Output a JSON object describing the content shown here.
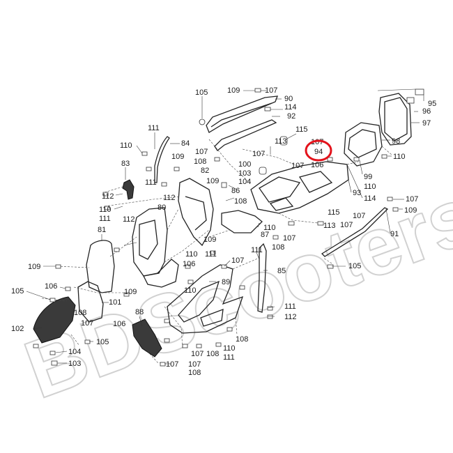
{
  "watermark": "BDScooters",
  "highlight": {
    "label": "94",
    "color": "#e3121b"
  },
  "colors": {
    "line": "#222222",
    "watermark": "#9a9a9a"
  },
  "callouts": [
    {
      "id": "c105a",
      "text": "105"
    },
    {
      "id": "c109a",
      "text": "109"
    },
    {
      "id": "c107a",
      "text": "107"
    },
    {
      "id": "c90",
      "text": "90"
    },
    {
      "id": "c114a",
      "text": "114"
    },
    {
      "id": "c92",
      "text": "92"
    },
    {
      "id": "c115a",
      "text": "115"
    },
    {
      "id": "c113a",
      "text": "113"
    },
    {
      "id": "c107b",
      "text": "107"
    },
    {
      "id": "c107c",
      "text": "107"
    },
    {
      "id": "c94",
      "text": "94"
    },
    {
      "id": "c106a",
      "text": "106"
    },
    {
      "id": "c95",
      "text": "95"
    },
    {
      "id": "c96",
      "text": "96"
    },
    {
      "id": "c97",
      "text": "97"
    },
    {
      "id": "c98",
      "text": "98"
    },
    {
      "id": "c110a",
      "text": "110"
    },
    {
      "id": "c99",
      "text": "99"
    },
    {
      "id": "c110b",
      "text": "110"
    },
    {
      "id": "c114b",
      "text": "114"
    },
    {
      "id": "c93",
      "text": "93"
    },
    {
      "id": "c107d",
      "text": "107"
    },
    {
      "id": "c109b",
      "text": "109"
    },
    {
      "id": "c91",
      "text": "91"
    },
    {
      "id": "c111a",
      "text": "111"
    },
    {
      "id": "c84",
      "text": "84"
    },
    {
      "id": "c110c",
      "text": "110"
    },
    {
      "id": "c109c",
      "text": "109"
    },
    {
      "id": "c107e",
      "text": "107"
    },
    {
      "id": "c108a",
      "text": "108"
    },
    {
      "id": "c82",
      "text": "82"
    },
    {
      "id": "c100",
      "text": "100"
    },
    {
      "id": "c103a",
      "text": "103"
    },
    {
      "id": "c104a",
      "text": "104"
    },
    {
      "id": "c107f",
      "text": "107"
    },
    {
      "id": "c83",
      "text": "83"
    },
    {
      "id": "c111b",
      "text": "111"
    },
    {
      "id": "c109d",
      "text": "109"
    },
    {
      "id": "c86",
      "text": "86"
    },
    {
      "id": "c108b",
      "text": "108"
    },
    {
      "id": "c112a",
      "text": "112"
    },
    {
      "id": "c112b",
      "text": "112"
    },
    {
      "id": "c80",
      "text": "80"
    },
    {
      "id": "c110d",
      "text": "110"
    },
    {
      "id": "c111c",
      "text": "111"
    },
    {
      "id": "c112c",
      "text": "112"
    },
    {
      "id": "c115b",
      "text": "115"
    },
    {
      "id": "c107g",
      "text": "107"
    },
    {
      "id": "c113b",
      "text": "113"
    },
    {
      "id": "c107h",
      "text": "107"
    },
    {
      "id": "c81",
      "text": "81"
    },
    {
      "id": "c87",
      "text": "87"
    },
    {
      "id": "c110e",
      "text": "110"
    },
    {
      "id": "c109e",
      "text": "109"
    },
    {
      "id": "c108c",
      "text": "108"
    },
    {
      "id": "c107i",
      "text": "107"
    },
    {
      "id": "c110f",
      "text": "110"
    },
    {
      "id": "c111d",
      "text": "111"
    },
    {
      "id": "c111e",
      "text": "111"
    },
    {
      "id": "c105b",
      "text": "105"
    },
    {
      "id": "c109f",
      "text": "109"
    },
    {
      "id": "c106b",
      "text": "106"
    },
    {
      "id": "c107j",
      "text": "107"
    },
    {
      "id": "c85",
      "text": "85"
    },
    {
      "id": "c89",
      "text": "89"
    },
    {
      "id": "c105c",
      "text": "105"
    },
    {
      "id": "c106c",
      "text": "106"
    },
    {
      "id": "c109g",
      "text": "109"
    },
    {
      "id": "c110g",
      "text": "110"
    },
    {
      "id": "c101",
      "text": "101"
    },
    {
      "id": "c108d",
      "text": "108"
    },
    {
      "id": "c107k",
      "text": "107"
    },
    {
      "id": "c106d",
      "text": "106"
    },
    {
      "id": "c111f",
      "text": "111"
    },
    {
      "id": "c112d",
      "text": "112"
    },
    {
      "id": "c88",
      "text": "88"
    },
    {
      "id": "c102",
      "text": "102"
    },
    {
      "id": "c105d",
      "text": "105"
    },
    {
      "id": "c104b",
      "text": "104"
    },
    {
      "id": "c103b",
      "text": "103"
    },
    {
      "id": "c108e",
      "text": "108"
    },
    {
      "id": "c107l",
      "text": "107"
    },
    {
      "id": "c108f",
      "text": "108"
    },
    {
      "id": "c110h",
      "text": "110"
    },
    {
      "id": "c111g",
      "text": "111"
    },
    {
      "id": "c107m",
      "text": "107"
    },
    {
      "id": "c108g",
      "text": "108"
    },
    {
      "id": "c107n",
      "text": "107"
    }
  ]
}
